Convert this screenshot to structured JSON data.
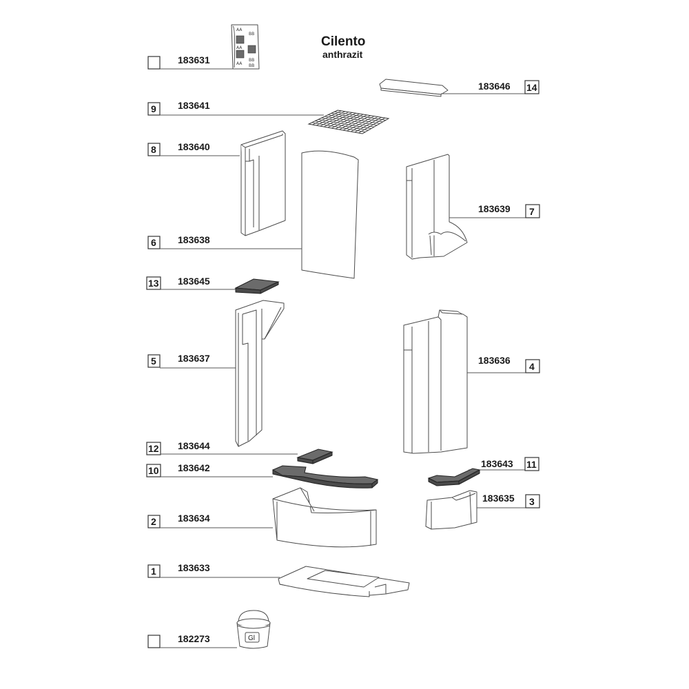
{
  "title": "Cilento",
  "subtitle": "anthrazit",
  "doc_labels": {
    "aa": "AA",
    "bb": "BB"
  },
  "bucket_label": "Gl",
  "parts": {
    "p183631": {
      "number": "183631",
      "position": ""
    },
    "p183646": {
      "number": "183646",
      "position": "14"
    },
    "p183641": {
      "number": "183641",
      "position": "9"
    },
    "p183640": {
      "number": "183640",
      "position": "8"
    },
    "p183639": {
      "number": "183639",
      "position": "7"
    },
    "p183638": {
      "number": "183638",
      "position": "6"
    },
    "p183645": {
      "number": "183645",
      "position": "13"
    },
    "p183637": {
      "number": "183637",
      "position": "5"
    },
    "p183636": {
      "number": "183636",
      "position": "4"
    },
    "p183644": {
      "number": "183644",
      "position": "12"
    },
    "p183642": {
      "number": "183642",
      "position": "10"
    },
    "p183643": {
      "number": "183643",
      "position": "11"
    },
    "p183634": {
      "number": "183634",
      "position": "2"
    },
    "p183635": {
      "number": "183635",
      "position": "3"
    },
    "p183633": {
      "number": "183633",
      "position": "1"
    },
    "p182273": {
      "number": "182273",
      "position": ""
    }
  }
}
